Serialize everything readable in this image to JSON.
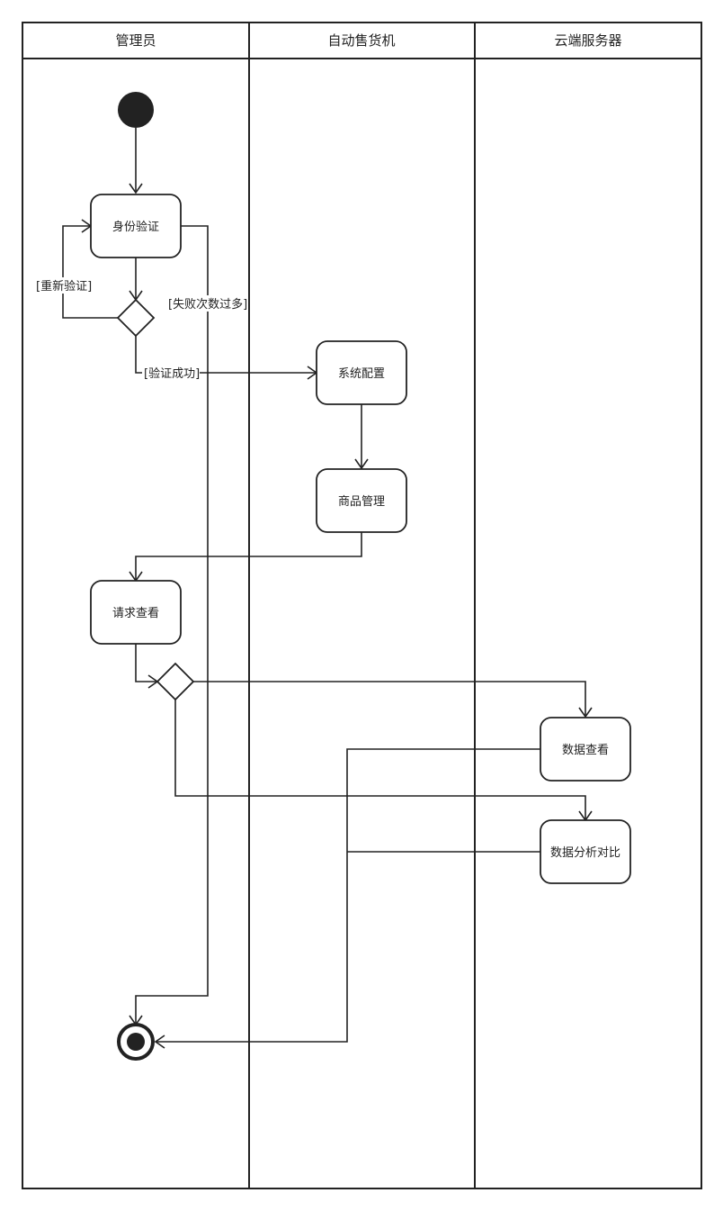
{
  "lanes": [
    {
      "title": "管理员"
    },
    {
      "title": "自动售货机"
    },
    {
      "title": "云端服务器"
    }
  ],
  "nodes": {
    "identity_check": "身份验证",
    "system_config": "系统配置",
    "product_mgmt": "商品管理",
    "request_view": "请求查看",
    "data_view": "数据查看",
    "data_analysis": "数据分析对比"
  },
  "guards": {
    "retry": "[重新验证]",
    "too_many_failures": "[失败次数过多]",
    "verified": "[验证成功]"
  },
  "colors": {
    "stroke": "#222222",
    "initial_fill": "#222222",
    "background": "#ffffff"
  }
}
